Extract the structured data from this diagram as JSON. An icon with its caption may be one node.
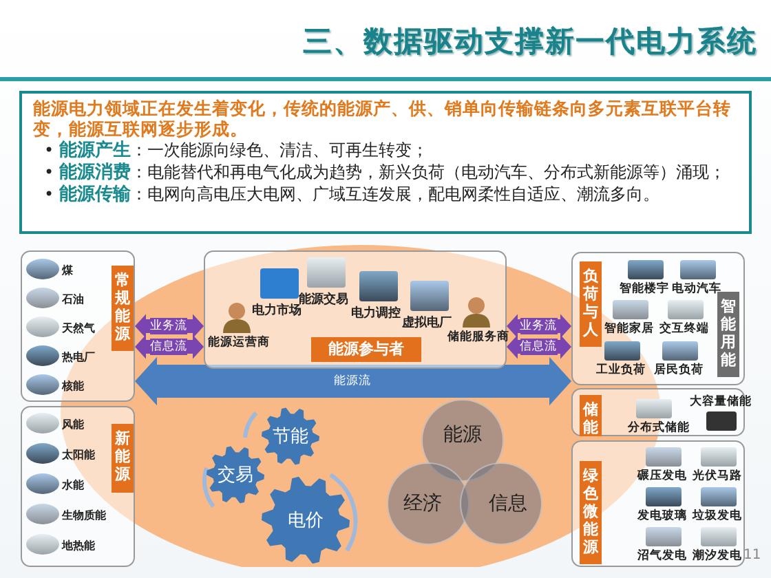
{
  "diagram": {
    "title": "三、数据驱动支撑新一代电力系统",
    "nodes": [
      {
        "text": [
          "常规能源"
        ]
      },
      {
        "text": [
          "煤"
        ],
        "in": 0
      },
      {
        "text": [
          "石油"
        ],
        "in": 0
      },
      {
        "text": [
          "天然气"
        ],
        "in": 0
      },
      {
        "text": [
          "热电厂"
        ],
        "in": 0
      },
      {
        "text": [
          "核能"
        ],
        "in": 0
      },
      {
        "text": [
          "新能源"
        ]
      },
      {
        "text": [
          "风能"
        ],
        "in": 6
      },
      {
        "text": [
          "太阳能"
        ],
        "in": 6
      },
      {
        "text": [
          "水能"
        ],
        "in": 6
      },
      {
        "text": [
          "生物质能"
        ],
        "in": 6
      },
      {
        "text": [
          "地热能"
        ],
        "in": 6
      },
      {
        "text": [
          "能源参与者"
        ]
      },
      {
        "text": [
          "能源运营商"
        ],
        "in": 12
      },
      {
        "text": [
          "电力市场"
        ],
        "in": 12
      },
      {
        "text": [
          "能源交易"
        ],
        "in": 12
      },
      {
        "text": [
          "电力调控"
        ],
        "in": 12
      },
      {
        "text": [
          "虚拟电厂"
        ],
        "in": 12
      },
      {
        "text": [
          "储能服务商"
        ],
        "in": 12
      },
      {
        "text": [
          "负荷与人",
          "智能用能"
        ]
      },
      {
        "text": [
          "智能楼宇"
        ],
        "in": 19
      },
      {
        "text": [
          "电动汽车"
        ],
        "in": 19
      },
      {
        "text": [
          "智能家居"
        ],
        "in": 19
      },
      {
        "text": [
          "交互终端"
        ],
        "in": 19
      },
      {
        "text": [
          "工业负荷"
        ],
        "in": 19
      },
      {
        "text": [
          "居民负荷"
        ],
        "in": 19
      },
      {
        "text": [
          "储能"
        ]
      },
      {
        "text": [
          "分布式储能"
        ],
        "in": 26
      },
      {
        "text": [
          "大容量储能"
        ],
        "in": 26
      },
      {
        "text": [
          "绿色微能源"
        ]
      },
      {
        "text": [
          "碾压发电"
        ],
        "in": 29
      },
      {
        "text": [
          "光伏马路"
        ],
        "in": 29
      },
      {
        "text": [
          "发电玻璃"
        ],
        "in": 29
      },
      {
        "text": [
          "垃圾发电"
        ],
        "in": 29
      },
      {
        "text": [
          "沼气发电"
        ],
        "in": 29
      },
      {
        "text": [
          "潮汐发电"
        ],
        "in": 29
      },
      {
        "text": [
          "节能"
        ]
      },
      {
        "text": [
          "交易"
        ]
      },
      {
        "text": [
          "电价"
        ]
      },
      {
        "text": [
          "能源"
        ]
      },
      {
        "text": [
          "经济"
        ]
      },
      {
        "text": [
          "信息"
        ]
      }
    ],
    "edges": [
      {
        "from": 0,
        "to": 12,
        "arrow": "both",
        "label": "业务流"
      },
      {
        "from": 0,
        "to": 12,
        "arrow": "both",
        "label": "信息流"
      },
      {
        "from": 12,
        "to": 19,
        "arrow": "both",
        "label": "业务流"
      },
      {
        "from": 12,
        "to": 19,
        "arrow": "both",
        "label": "信息流"
      },
      {
        "from": 0,
        "to": 19,
        "arrow": "both",
        "label": "能源流",
        "style": "thick"
      }
    ],
    "labels": [
      "能源电力领域正在发生着变化，传统的能源产、供、销单向传输链条向多元素互联平台转变，能源互联网逐步形成。",
      "• **能源产生**：一次能源向绿色、清洁、可再生转变；",
      "• **能源消费**：电能替代和再电气化成为趋势，新兴负荷（电动汽车、分布式新能源等）涌现；",
      "• **能源传输**：电网向高电压大电网、广域互连发展，配电网柔性自适应、潮流多向。",
      "11"
    ]
  }
}
